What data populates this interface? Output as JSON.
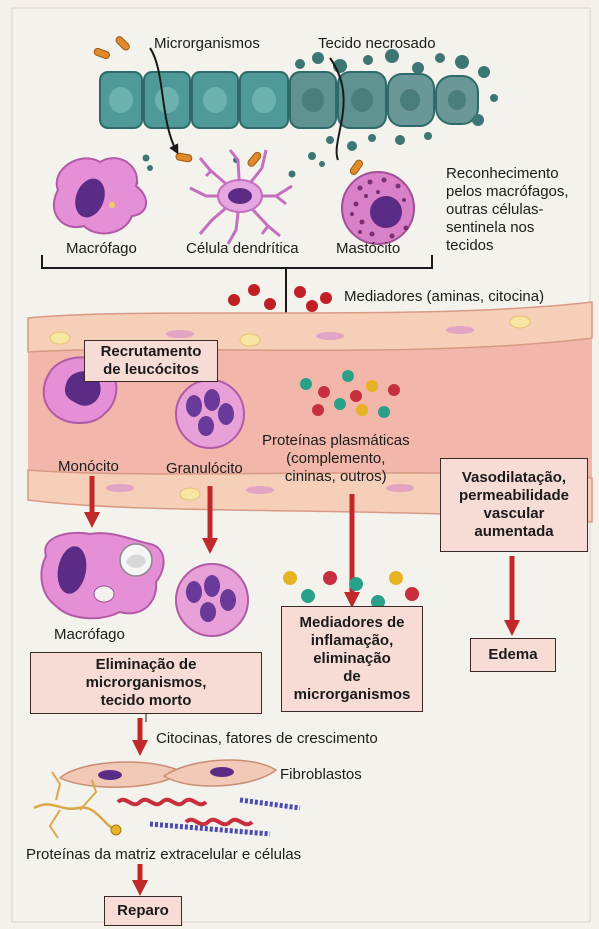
{
  "labels": {
    "microorganisms": "Microrganismos",
    "necrotic_tissue": "Tecido necrosado",
    "recognition": "Reconhecimento\npelos macrófagos,\noutras células-\nsentinela nos\ntecidos",
    "macrophage_top": "Macrófago",
    "dendritic_cell": "Célula dendrítica",
    "mast_cell": "Mastócito",
    "mediators": "Mediadores (aminas, citocina)",
    "monocyte": "Monócito",
    "granulocyte": "Granulócito",
    "plasma_proteins": "Proteínas plasmáticas\n(complemento,\ncininas, outros)",
    "macrophage_bottom": "Macrófago",
    "cytokines": "Citocinas, fatores de crescimento",
    "fibroblasts": "Fibroblastos",
    "matrix_proteins": "Proteínas da matriz extracelular e células"
  },
  "boxes": {
    "leukocyte_recruitment": "Recrutamento\nde leucócitos",
    "vasodilation": "Vasodilatação,\npermeabilidade\nvascular\naumentada",
    "inflammation_mediators": "Mediadores de\ninflamação,\neliminação\nde\nmicrorganismos",
    "edema": "Edema",
    "elimination": "Eliminação de\nmicrorganismos,\ntecido morto",
    "repair": "Reparo"
  },
  "colors": {
    "box_fill": "#f7dcd6",
    "arrow_red": "#c0282a",
    "vessel_pink": "#f0a89c",
    "tissue_teal": "#3f8c8c",
    "cell_purple": "#d17bc4",
    "nucleus": "#5b2c86"
  }
}
